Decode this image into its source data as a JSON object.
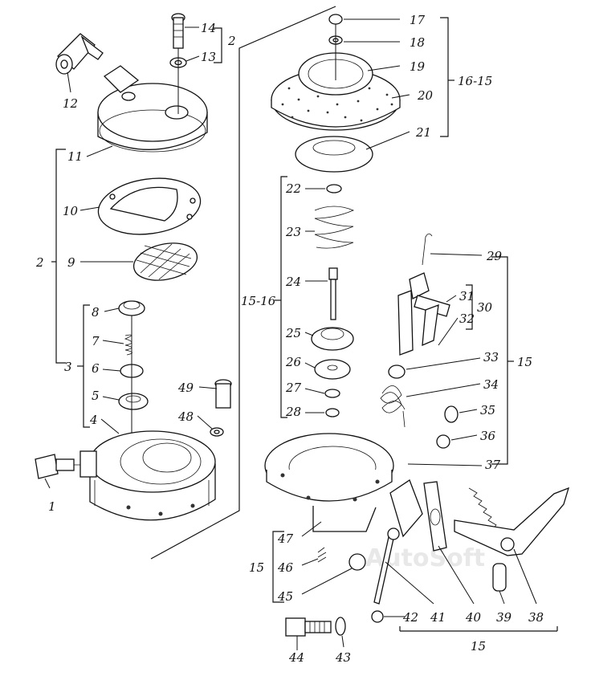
{
  "watermark": "AutoSoft",
  "callouts": [
    {
      "id": "c1",
      "text": "1"
    },
    {
      "id": "c2a",
      "text": "2"
    },
    {
      "id": "c2b",
      "text": "2"
    },
    {
      "id": "c3",
      "text": "3"
    },
    {
      "id": "c4",
      "text": "4"
    },
    {
      "id": "c5",
      "text": "5"
    },
    {
      "id": "c6",
      "text": "6"
    },
    {
      "id": "c7",
      "text": "7"
    },
    {
      "id": "c8",
      "text": "8"
    },
    {
      "id": "c9",
      "text": "9"
    },
    {
      "id": "c10",
      "text": "10"
    },
    {
      "id": "c11",
      "text": "11"
    },
    {
      "id": "c12",
      "text": "12"
    },
    {
      "id": "c13",
      "text": "13"
    },
    {
      "id": "c14",
      "text": "14"
    },
    {
      "id": "c15a",
      "text": "15"
    },
    {
      "id": "c15b",
      "text": "15"
    },
    {
      "id": "c15c",
      "text": "15"
    },
    {
      "id": "c1516",
      "text": "15-16"
    },
    {
      "id": "c1615",
      "text": "16-15"
    },
    {
      "id": "c17",
      "text": "17"
    },
    {
      "id": "c18",
      "text": "18"
    },
    {
      "id": "c19",
      "text": "19"
    },
    {
      "id": "c20",
      "text": "20"
    },
    {
      "id": "c21",
      "text": "21"
    },
    {
      "id": "c22",
      "text": "22"
    },
    {
      "id": "c23",
      "text": "23"
    },
    {
      "id": "c24",
      "text": "24"
    },
    {
      "id": "c25",
      "text": "25"
    },
    {
      "id": "c26",
      "text": "26"
    },
    {
      "id": "c27",
      "text": "27"
    },
    {
      "id": "c28",
      "text": "28"
    },
    {
      "id": "c29",
      "text": "29"
    },
    {
      "id": "c30",
      "text": "30"
    },
    {
      "id": "c31",
      "text": "31"
    },
    {
      "id": "c32",
      "text": "32"
    },
    {
      "id": "c33",
      "text": "33"
    },
    {
      "id": "c34",
      "text": "34"
    },
    {
      "id": "c35",
      "text": "35"
    },
    {
      "id": "c36",
      "text": "36"
    },
    {
      "id": "c37",
      "text": "37"
    },
    {
      "id": "c38",
      "text": "38"
    },
    {
      "id": "c39",
      "text": "39"
    },
    {
      "id": "c40",
      "text": "40"
    },
    {
      "id": "c41",
      "text": "41"
    },
    {
      "id": "c42",
      "text": "42"
    },
    {
      "id": "c43",
      "text": "43"
    },
    {
      "id": "c44",
      "text": "44"
    },
    {
      "id": "c45",
      "text": "45"
    },
    {
      "id": "c46",
      "text": "46"
    },
    {
      "id": "c47",
      "text": "47"
    },
    {
      "id": "c48",
      "text": "48"
    },
    {
      "id": "c49",
      "text": "49"
    }
  ]
}
